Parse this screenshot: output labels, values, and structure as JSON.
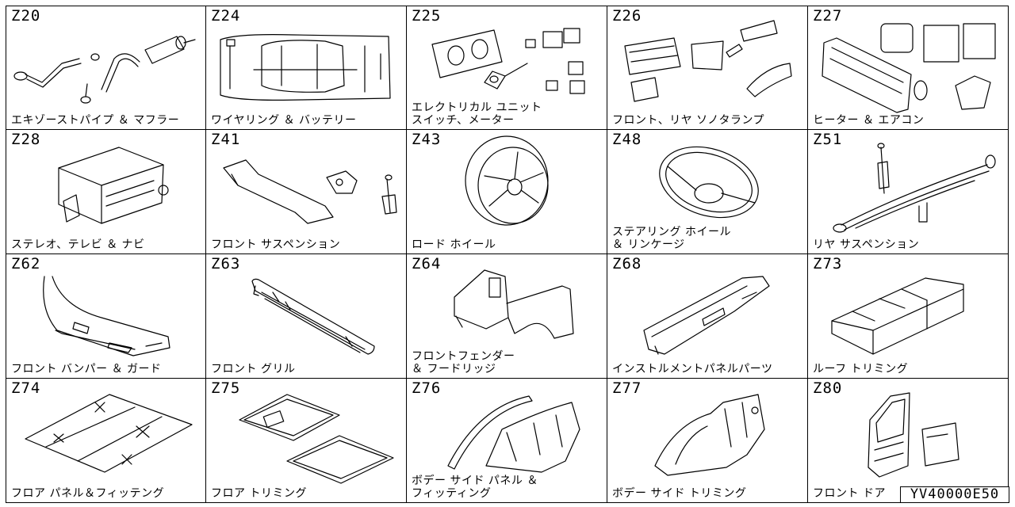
{
  "diagram": {
    "catalog_code": "YV40000E50",
    "sections": [
      {
        "code": "Z20",
        "label": "エキゾーストパイプ ＆ マフラー",
        "icon": "exhaust-muffler-icon"
      },
      {
        "code": "Z24",
        "label": "ワイヤリング ＆ バッテリー",
        "icon": "wiring-harness-icon"
      },
      {
        "code": "Z25",
        "label": "エレクトリカル ユニット\nスイッチ、メーター",
        "icon": "meter-switch-icon"
      },
      {
        "code": "Z26",
        "label": "フロント、リヤ ソノタランプ",
        "icon": "lamp-icon"
      },
      {
        "code": "Z27",
        "label": "ヒーター ＆ エアコン",
        "icon": "heater-aircon-icon"
      },
      {
        "code": "Z28",
        "label": "ステレオ、テレビ ＆ ナビ",
        "icon": "stereo-unit-icon"
      },
      {
        "code": "Z41",
        "label": "フロント サスペンション",
        "icon": "front-suspension-icon"
      },
      {
        "code": "Z43",
        "label": "ロード ホイール",
        "icon": "road-wheel-icon"
      },
      {
        "code": "Z48",
        "label": "ステアリング ホイール\n＆ リンケージ",
        "icon": "steering-wheel-icon"
      },
      {
        "code": "Z51",
        "label": "リヤ サスペンション",
        "icon": "rear-suspension-icon"
      },
      {
        "code": "Z62",
        "label": "フロント バンパー ＆ ガード",
        "icon": "front-bumper-icon"
      },
      {
        "code": "Z63",
        "label": "フロント グリル",
        "icon": "front-grille-icon"
      },
      {
        "code": "Z64",
        "label": "フロントフェンダー\n＆ フードリッジ",
        "icon": "front-fender-icon"
      },
      {
        "code": "Z68",
        "label": "インストルメントパネルパーツ",
        "icon": "instrument-panel-icon"
      },
      {
        "code": "Z73",
        "label": "ルーフ トリミング",
        "icon": "roof-trim-icon"
      },
      {
        "code": "Z74",
        "label": "フロア パネル＆フィッテング",
        "icon": "floor-panel-icon"
      },
      {
        "code": "Z75",
        "label": "フロア トリミング",
        "icon": "floor-mat-icon"
      },
      {
        "code": "Z76",
        "label": "ボデー サイド パネル ＆\nフィッティング",
        "icon": "body-side-panel-icon"
      },
      {
        "code": "Z77",
        "label": "ボデー サイド トリミング",
        "icon": "body-side-trim-icon"
      },
      {
        "code": "Z80",
        "label": "フロント ドア",
        "icon": "front-door-icon"
      }
    ]
  }
}
